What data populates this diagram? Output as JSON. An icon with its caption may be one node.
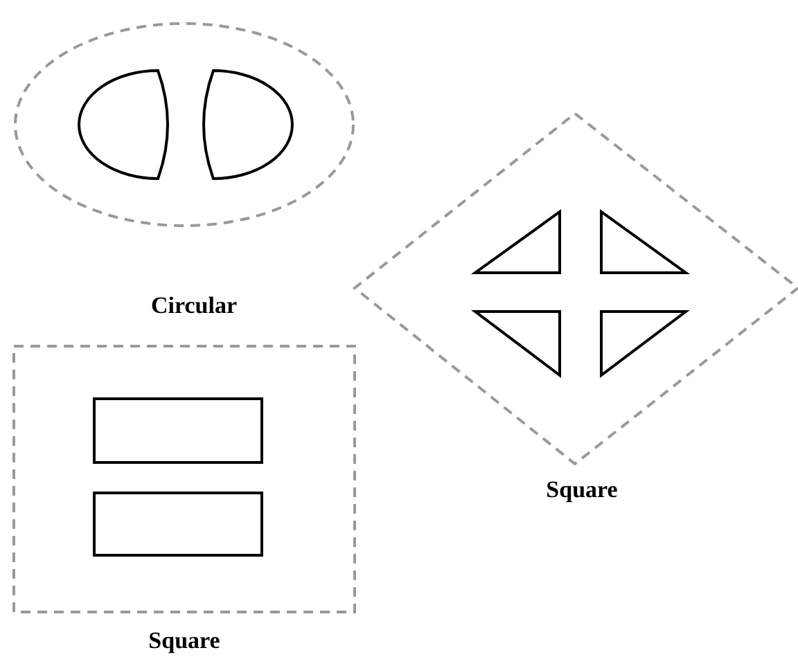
{
  "diagram": {
    "nodes": [
      {
        "text": [
          "Circular"
        ]
      },
      {
        "text": [],
        "shape": "crescent",
        "in": 0
      },
      {
        "text": [],
        "shape": "crescent",
        "in": 0
      },
      {
        "text": [
          "Square"
        ]
      },
      {
        "text": [],
        "shape": "triangle",
        "in": 3
      },
      {
        "text": [],
        "shape": "triangle",
        "in": 3
      },
      {
        "text": [],
        "shape": "triangle",
        "in": 3
      },
      {
        "text": [],
        "shape": "triangle",
        "in": 3
      },
      {
        "text": [
          "Square"
        ]
      },
      {
        "text": [],
        "shape": "box",
        "in": 8
      },
      {
        "text": [],
        "shape": "box",
        "in": 8
      }
    ]
  }
}
